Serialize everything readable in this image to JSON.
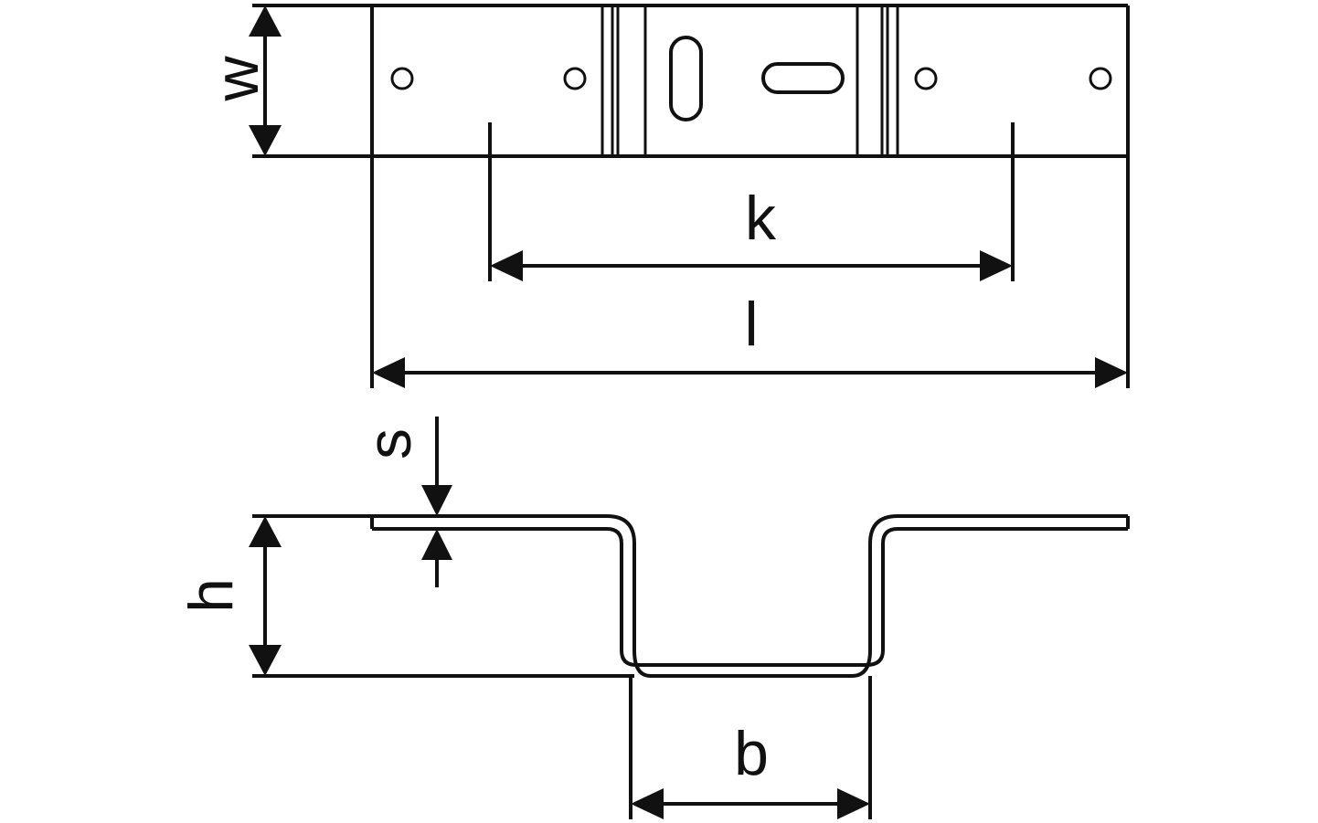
{
  "labels": {
    "w": "w",
    "k": "k",
    "l": "l",
    "s": "s",
    "h": "h",
    "b": "b"
  },
  "colors": {
    "ink": "#111111",
    "background": "#ffffff"
  }
}
